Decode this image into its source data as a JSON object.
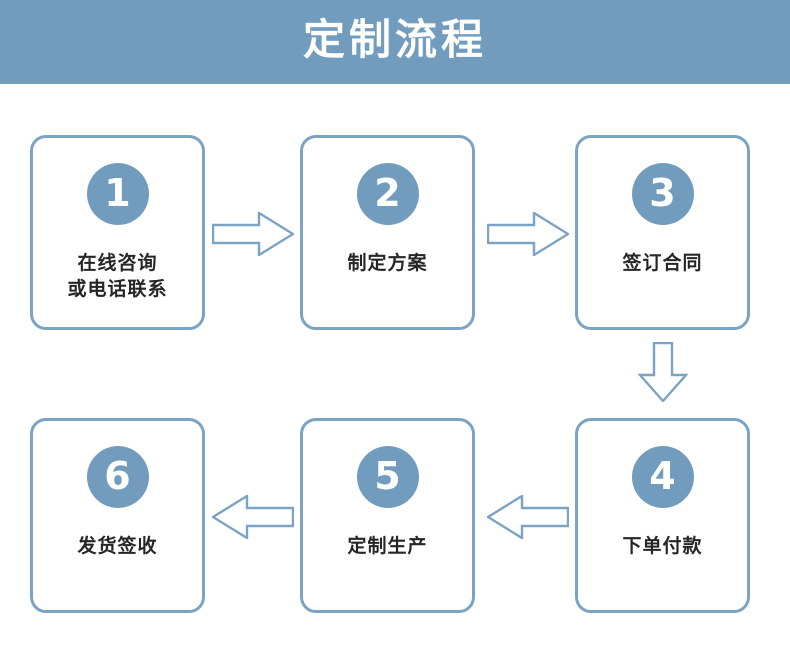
{
  "header": {
    "title": "定制流程",
    "background_color": "#729CBE",
    "text_color": "#FFFFFF"
  },
  "theme": {
    "accent_color": "#729CBE",
    "box_border_color": "#7BA3C4",
    "box_background": "#FFFFFF",
    "label_text_color": "#262626",
    "arrow_stroke_color": "#7BA3C4",
    "arrow_fill_color": "#FFFFFF"
  },
  "steps": [
    {
      "number": "1",
      "label": "在线咨询\n或电话联系",
      "lines": 2
    },
    {
      "number": "2",
      "label": "制定方案",
      "lines": 1
    },
    {
      "number": "3",
      "label": "签订合同",
      "lines": 1
    },
    {
      "number": "4",
      "label": "下单付款",
      "lines": 1
    },
    {
      "number": "5",
      "label": "定制生产",
      "lines": 1
    },
    {
      "number": "6",
      "label": "发货签收",
      "lines": 1
    }
  ],
  "arrows": [
    {
      "id": "arrow-1-2",
      "from": "1",
      "to": "2",
      "direction": "right"
    },
    {
      "id": "arrow-2-3",
      "from": "2",
      "to": "3",
      "direction": "right"
    },
    {
      "id": "arrow-3-4",
      "from": "3",
      "to": "4",
      "direction": "down"
    },
    {
      "id": "arrow-4-5",
      "from": "4",
      "to": "5",
      "direction": "left"
    },
    {
      "id": "arrow-5-6",
      "from": "5",
      "to": "6",
      "direction": "left"
    }
  ]
}
